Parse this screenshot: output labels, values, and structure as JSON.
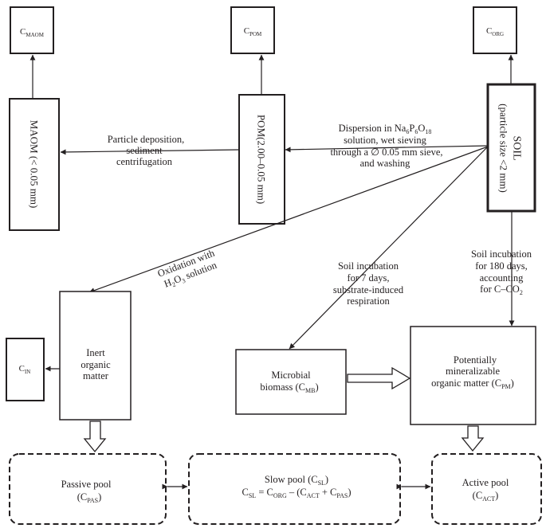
{
  "symbols": {
    "c_maom": {
      "base": "C",
      "sub": "MAOM"
    },
    "c_pom": {
      "base": "C",
      "sub": "POM"
    },
    "c_org": {
      "base": "C",
      "sub": "ORG"
    },
    "c_in": {
      "base": "C",
      "sub": "IN"
    }
  },
  "boxes": {
    "maom": "MAOM (< 0.05 mm)",
    "pom": "POM(2.00–0.05 mm)",
    "soil": {
      "line1": "SOIL",
      "line2": "(particle size <2 mm)"
    },
    "inert": [
      "Inert",
      "organic",
      "matter"
    ],
    "microbial": {
      "line1": "Microbial",
      "line2_pre": "biomass (C",
      "line2_sub": "MB",
      "line2_post": ")"
    },
    "potentially": {
      "line1": "Potentially",
      "line2": "mineralizable",
      "line3_pre": "organic matter (C",
      "line3_sub": "PM",
      "line3_post": ")"
    }
  },
  "labels": {
    "deposition": [
      "Particle deposition,",
      "sediment",
      "centrifugation"
    ],
    "dispersion": {
      "line1_pre": "Dispersion in Na",
      "line1_s1": "6",
      "line1_m1": "P",
      "line1_s2": "6",
      "line1_m2": "O",
      "line1_s3": "18",
      "line2": "solution, wet sieving",
      "line3": "through a ∅ 0.05 mm sieve,",
      "line4": "and washing"
    },
    "oxidation": {
      "line1": "Oxidation with",
      "line2_pre": "H",
      "line2_s1": "2",
      "line2_m": "O",
      "line2_s2": "3",
      "line2_post": " solution"
    },
    "incubation7": [
      "Soil incubation",
      "for 7 days,",
      "substrate-induced",
      "respiration"
    ],
    "incubation180": {
      "line1": "Soil incubation",
      "line2": "for 180 days,",
      "line3": "accounting",
      "line4": "for C–CO",
      "line4_sub": "2"
    }
  },
  "pools": {
    "passive": {
      "line1": "Passive pool",
      "line2_pre": "(C",
      "line2_sub": "PAS",
      "line2_post": ")"
    },
    "slow": {
      "line1_pre": "Slow pool (C",
      "line1_sub": "SL",
      "line1_post": ")",
      "eq": {
        "a": "C",
        "a_sub": "SL",
        "b": " = C",
        "b_sub": "ORG",
        "c": " – (C",
        "c_sub": "ACT",
        "d": " + C",
        "d_sub": "PAS",
        "e": ")"
      }
    },
    "active": {
      "line1": "Active pool",
      "line2_pre": "(C",
      "line2_sub": "ACT",
      "line2_post": ")"
    }
  }
}
